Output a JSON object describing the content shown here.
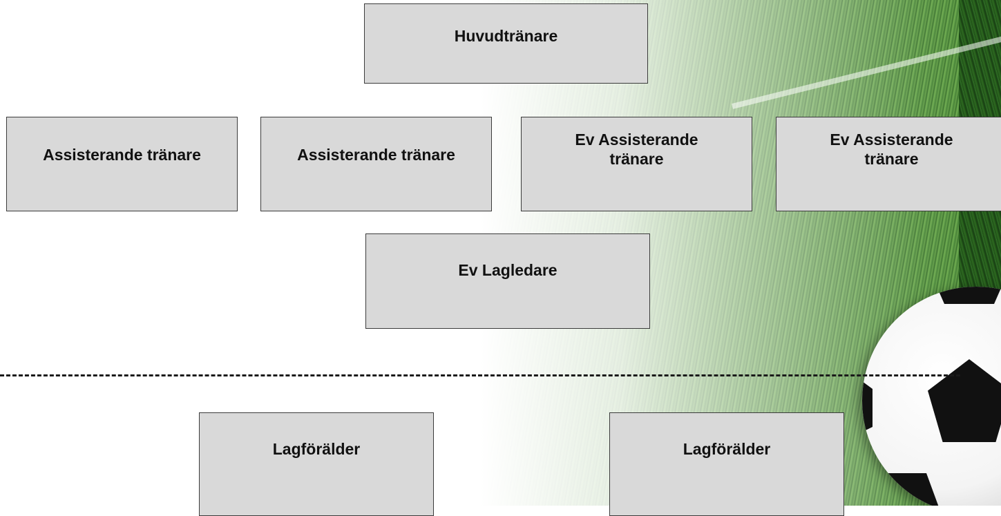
{
  "org_chart": {
    "head_coach": "Huvudtränare",
    "assistants": [
      "Assisterande tränare",
      "Assisterande tränare",
      "Ev Assisterande tränare",
      "Ev Assisterande tränare"
    ],
    "team_manager": "Ev Lagledare",
    "team_parents": [
      "Lagförälder",
      "Lagförälder"
    ]
  },
  "colors": {
    "box_fill": "#d9d9d9",
    "box_border": "#3a3a3a",
    "grass": "#4c8b36"
  }
}
